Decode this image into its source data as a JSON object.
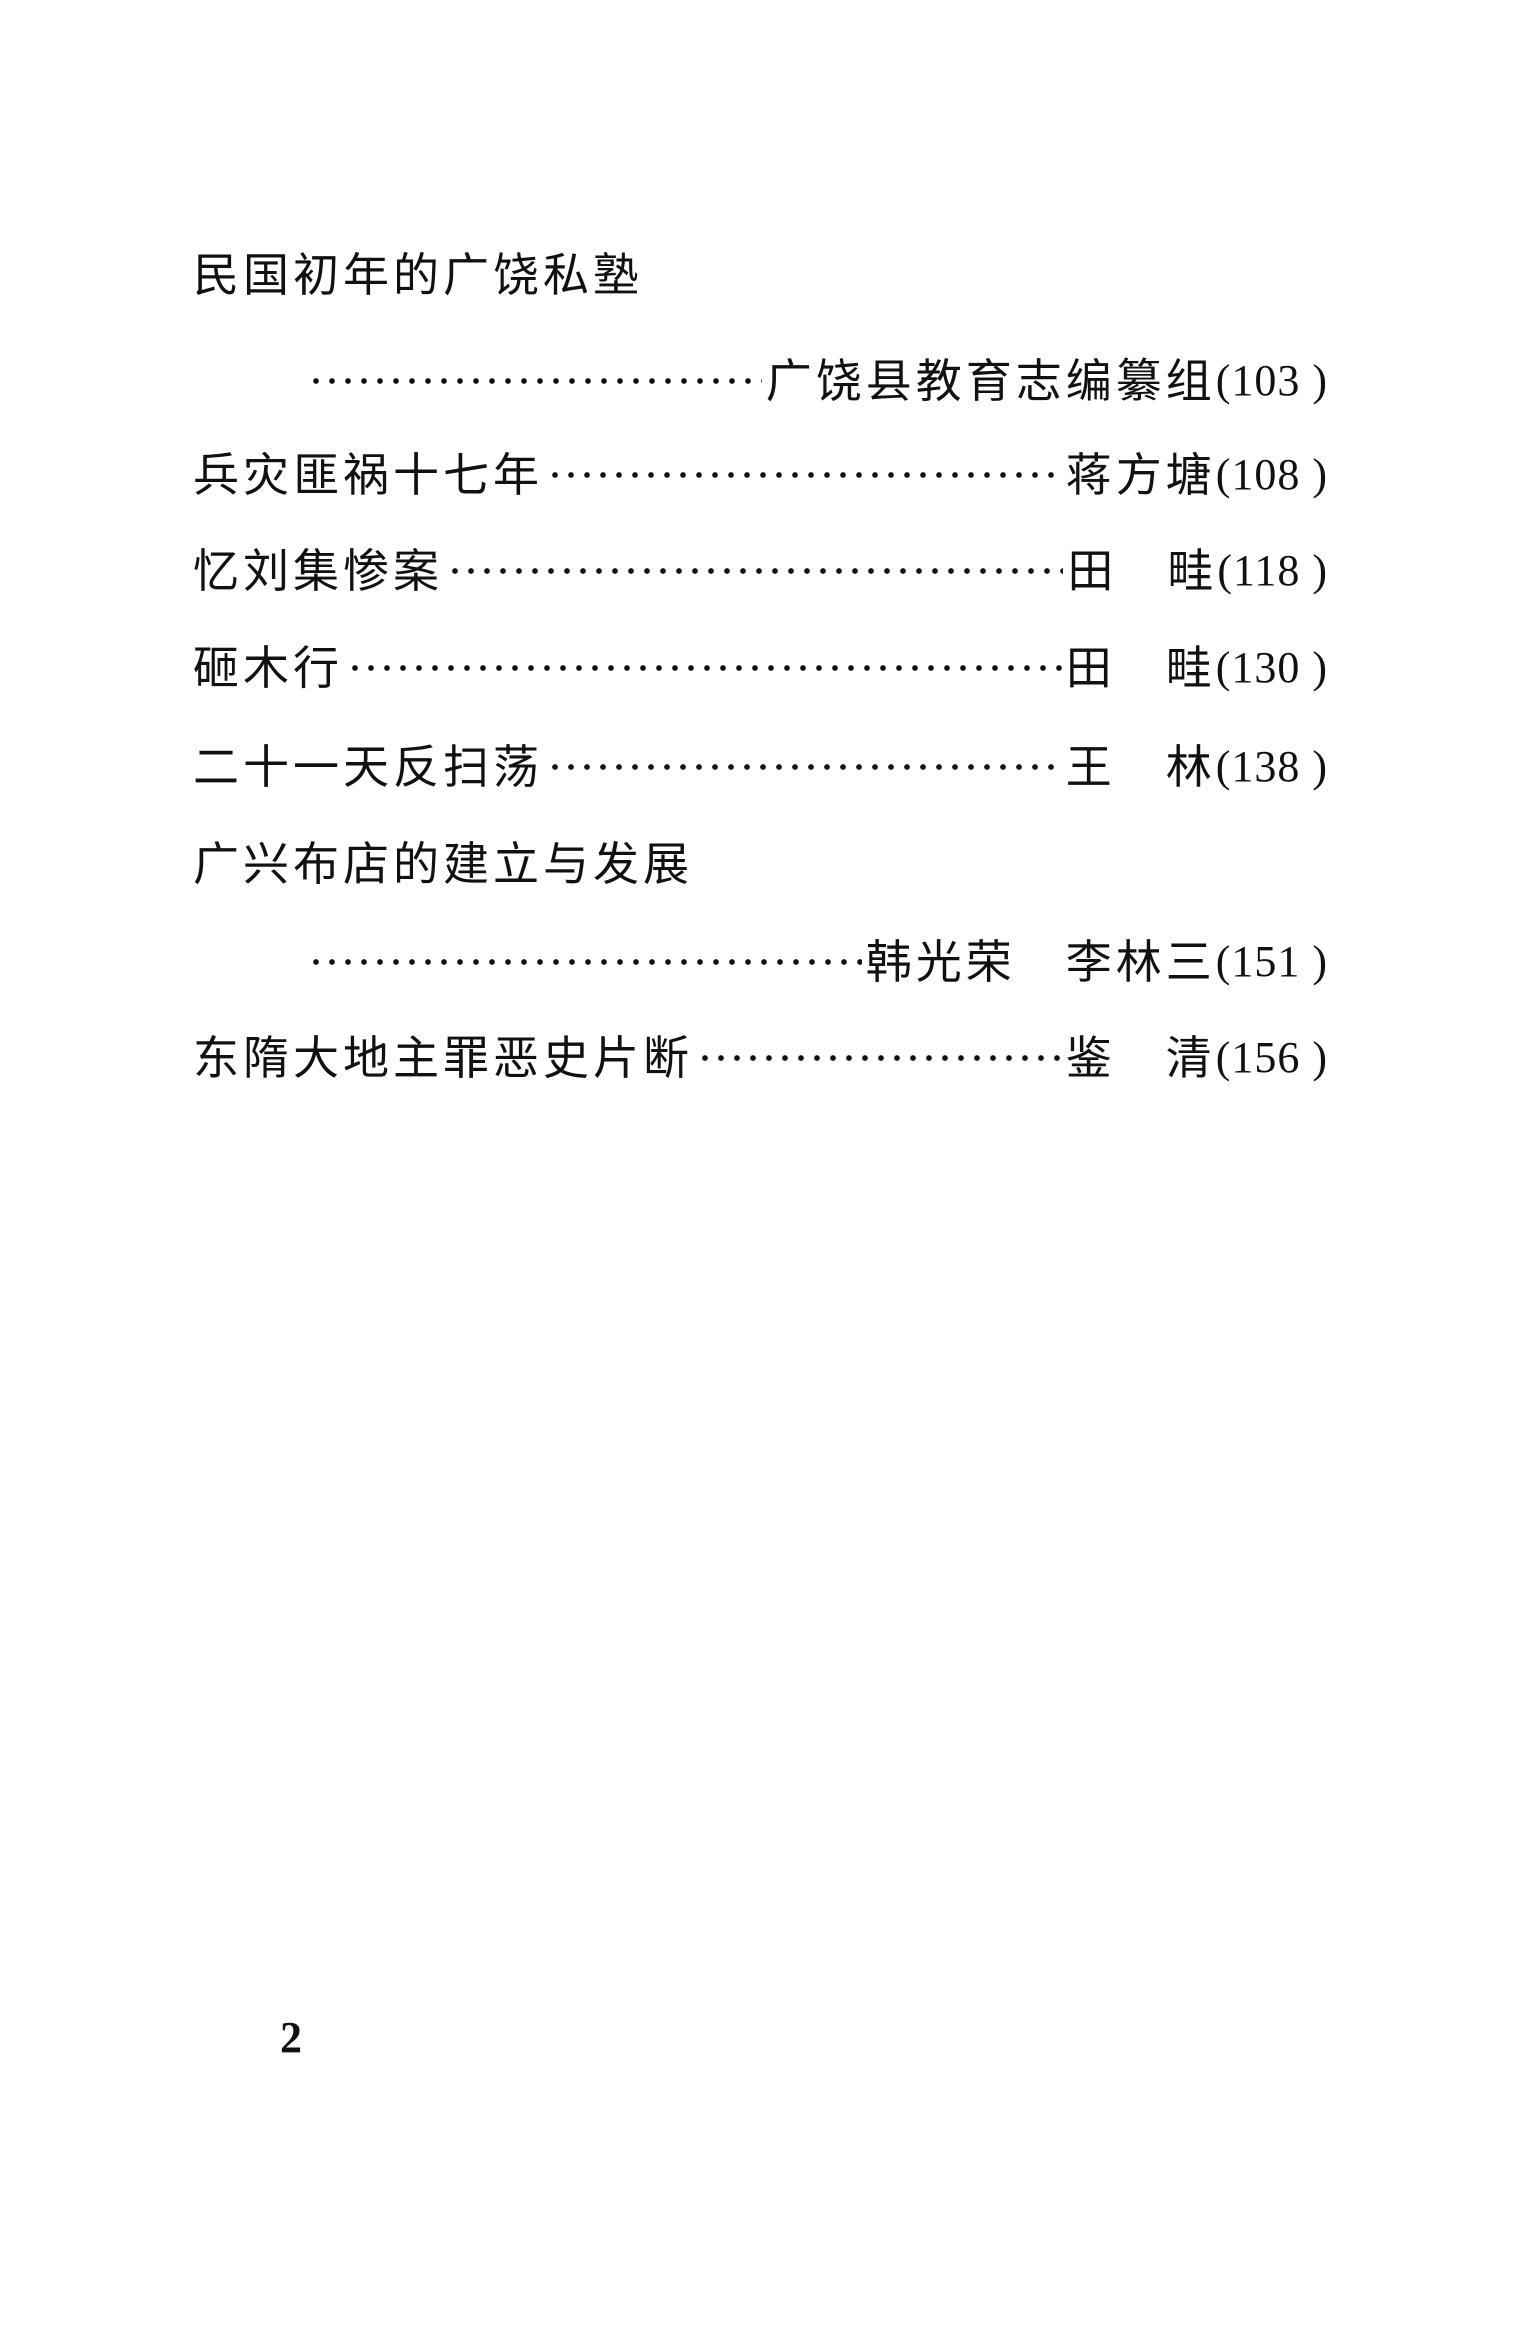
{
  "toc": [
    {
      "title": "民国初年的广饶私塾"
    },
    {
      "author": "广饶县教育志编纂组",
      "page": "(103 )"
    },
    {
      "title": "兵灾匪祸十七年",
      "author": "蒋方塘",
      "page": "(108 )"
    },
    {
      "title": "忆刘集惨案",
      "author": "田　畦",
      "page": "(118 )"
    },
    {
      "title": "砸木行",
      "author": "田　畦",
      "page": "(130 )"
    },
    {
      "title": "二十一天反扫荡",
      "author": "王　林",
      "page": "(138 )"
    },
    {
      "title": "广兴布店的建立与发展"
    },
    {
      "author": "韩光荣　李林三",
      "page": "(151 )"
    },
    {
      "title": "东隋大地主罪恶史片断",
      "author": "鉴　清",
      "page": "(156 )"
    }
  ],
  "page_number": "2"
}
